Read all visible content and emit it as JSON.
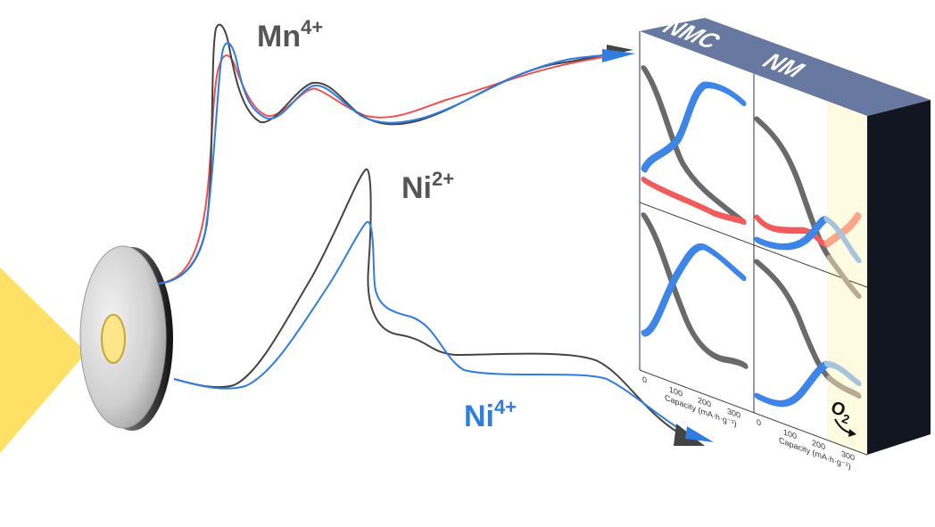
{
  "labels": {
    "mn": {
      "base": "Mn",
      "sup": "4+"
    },
    "ni2": {
      "base": "Ni",
      "sup": "2+"
    },
    "ni4": {
      "base": "Ni",
      "sup": "4+"
    }
  },
  "panel": {
    "headers": [
      "NMC",
      "NM"
    ],
    "x_ticks": [
      "0",
      "100",
      "200",
      "300"
    ],
    "x_label": "Capacity (mA·h·g⁻¹)",
    "annotation": {
      "base": "O",
      "sub": "2"
    }
  },
  "colors": {
    "gray": "#555555",
    "blue": "#2f7de1",
    "red": "#f05050",
    "beam": "#ffe066",
    "header": "#6779a0",
    "side": "#121620",
    "band": "#fffbe0"
  }
}
